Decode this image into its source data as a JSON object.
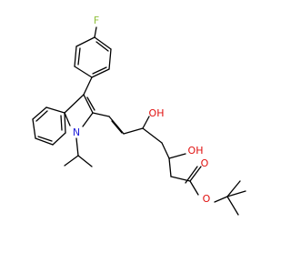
{
  "molecule": {
    "atom_labels": {
      "fluorine": "F",
      "nitrogen": "N",
      "hydroxyl_upper": "OH",
      "hydroxyl_lower": "OH",
      "carbonyl_oxygen": "O",
      "ester_oxygen": "O"
    }
  },
  "colors": {
    "bond": "#000000",
    "fluorine": "#8fbf3a",
    "nitrogen": "#1f1fd8",
    "oxygen": "#e0100f"
  }
}
